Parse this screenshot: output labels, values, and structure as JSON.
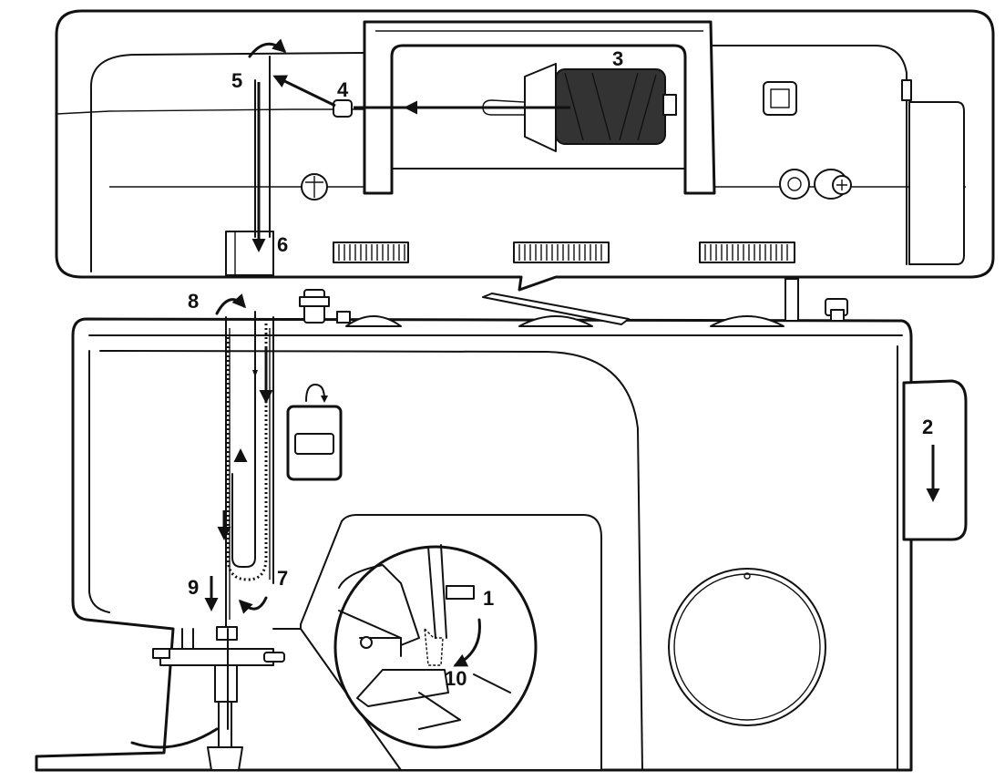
{
  "steps": {
    "s1": "1",
    "s2": "2",
    "s3": "3",
    "s4": "4",
    "s5": "5",
    "s6": "6",
    "s7": "7",
    "s8": "8",
    "s9": "9",
    "s10": "10"
  }
}
